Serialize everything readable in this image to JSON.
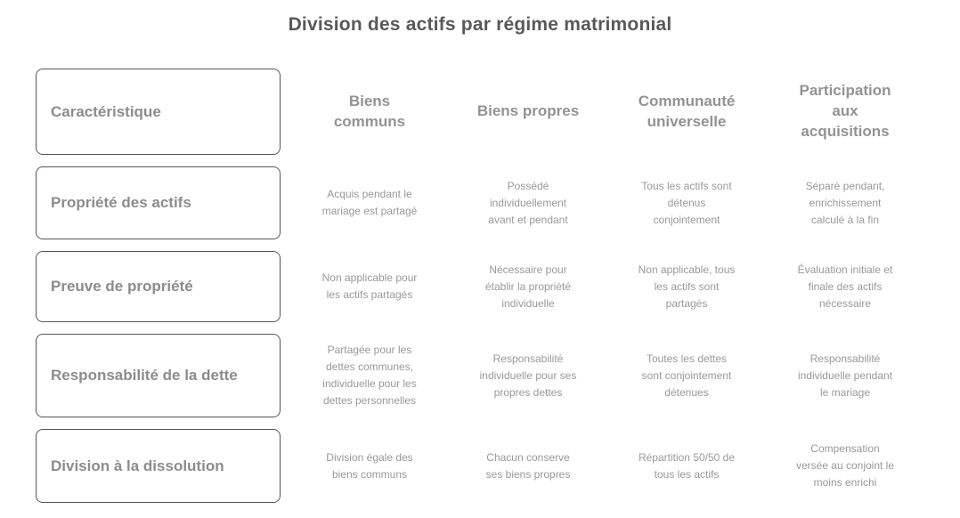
{
  "title": "Division des actifs par régime matrimonial",
  "colors": {
    "background": "#ffffff",
    "title_text": "#595959",
    "header_text": "#939393",
    "label_text": "#8c8c8c",
    "cell_text": "#999999",
    "box_border": "#565656"
  },
  "table": {
    "corner_label": "Caractéristique",
    "columns": [
      "Biens\ncommuns",
      "Biens propres",
      "Communauté\nuniverselle",
      "Participation\naux\nacquisitions"
    ],
    "rows": [
      {
        "label": "Propriété des actifs",
        "cells": [
          "Acquis pendant le\nmariage est partagé",
          "Possédé\nindividuellement\navant et pendant",
          "Tous les actifs sont\ndétenus\nconjointement",
          "Séparé pendant,\nenrichissement\ncalculé à la fin"
        ]
      },
      {
        "label": "Preuve de propriété",
        "cells": [
          "Non applicable pour\nles actifs partagés",
          "Nécessaire pour\nétablir la propriété\nindividuelle",
          "Non applicable, tous\nles actifs sont\npartagés",
          "Évaluation initiale et\nfinale des actifs\nnécessaire"
        ]
      },
      {
        "label": "Responsabilité de la dette",
        "cells": [
          "Partagée pour les\ndettes communes,\nindividuelle pour les\ndettes personnelles",
          "Responsabilité\nindividuelle pour ses\npropres dettes",
          "Toutes les dettes\nsont conjointement\ndétenues",
          "Responsabilité\nindividuelle pendant\nle mariage"
        ]
      },
      {
        "label": "Division à la dissolution",
        "cells": [
          "Division égale des\nbiens communs",
          "Chacun conserve\nses biens propres",
          "Répartition 50/50 de\ntous les actifs",
          "Compensation\nversée au conjoint le\nmoins enrichi"
        ]
      }
    ]
  }
}
